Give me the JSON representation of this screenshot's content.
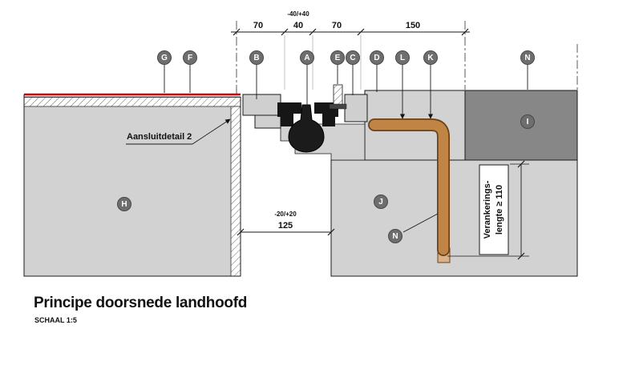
{
  "page": {
    "title": "Principe doorsnede landhoofd",
    "subtitle": "SCHAAL 1:5"
  },
  "labels": {
    "detail": "Aansluitdetail 2",
    "anchor_length_line1": "Verankerings-",
    "anchor_length_line2": "lengte ≥ 110"
  },
  "dimensions": {
    "seg1": "70",
    "seg2": "40",
    "seg2_tolerance": "-40/+40",
    "seg3": "70",
    "seg4": "150",
    "gap": "125",
    "gap_tolerance": "-20/+20"
  },
  "callouts": {
    "top_row": [
      "G",
      "F",
      "B",
      "A",
      "E",
      "C",
      "D",
      "L",
      "K",
      "N"
    ],
    "in_drawing": [
      "H",
      "J",
      "I",
      "N"
    ]
  },
  "colors": {
    "concrete_light": "#d2d2d2",
    "block_dark": "#878787",
    "anchor_orange": "#c08445",
    "topping_red": "#d40000",
    "callout_gray": "#6e6e6e"
  }
}
